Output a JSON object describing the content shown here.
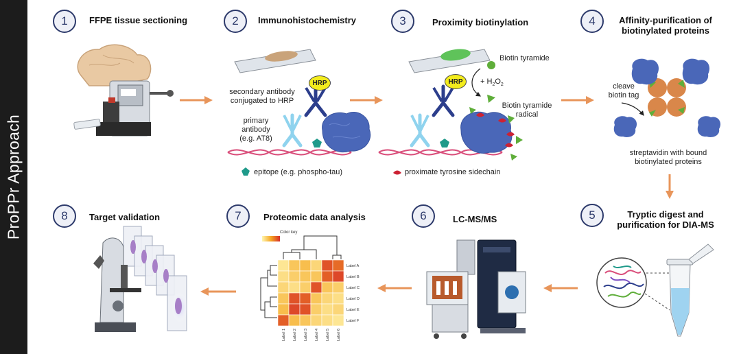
{
  "sidebar": {
    "title": "ProPPr Approach"
  },
  "steps": [
    {
      "number": "1",
      "title": "FFPE tissue sectioning"
    },
    {
      "number": "2",
      "title": "Immunohistochemistry"
    },
    {
      "number": "3",
      "title": "Proximity biotinylation"
    },
    {
      "number": "4",
      "title_line1": "Affinity-purification of",
      "title_line2": "biotinylated proteins"
    },
    {
      "number": "5",
      "title_line1": "Tryptic digest and",
      "title_line2": "purification for DIA-MS"
    },
    {
      "number": "6",
      "title": "LC-MS/MS"
    },
    {
      "number": "7",
      "title": "Proteomic data analysis"
    },
    {
      "number": "8",
      "title": "Target validation"
    }
  ],
  "ihc": {
    "hrp": "HRP",
    "secondary_line1": "secondary  antibody",
    "secondary_line2": "conjugated to HRP",
    "primary_line1": "primary",
    "primary_line2": "antibody",
    "primary_line3": "(e.g. AT8)",
    "epitope_legend": "epitope (e.g. phospho-tau)"
  },
  "biotinylation": {
    "hrp": "HRP",
    "biotin_tyramide": "Biotin tyramide",
    "reagent_plus": "+ H",
    "reagent_sub1": "2",
    "reagent_o": "O",
    "reagent_sub2": "2",
    "radical_line1": "Biotin tyramide",
    "radical_line2": "radical",
    "tyrosine_legend": "proximate tyrosine sidechain"
  },
  "affinity": {
    "cleave_line1": "cleave",
    "cleave_line2": "biotin tag",
    "streptavidin_line1": "streptavidin with bound",
    "streptavidin_line2": "biotinylated proteins"
  },
  "heatmap": {
    "color_key": "Color key",
    "row_labels": [
      "Label A",
      "Label B",
      "Label C",
      "Label D",
      "Label E",
      "Label F"
    ],
    "col_labels": [
      "Label 1",
      "Label 2",
      "Label 3",
      "Label 4",
      "Label 5",
      "Label 6"
    ],
    "matrix": [
      [
        0.1,
        0.3,
        0.35,
        0.2,
        0.85,
        0.75
      ],
      [
        0.15,
        0.25,
        0.3,
        0.3,
        0.8,
        0.9
      ],
      [
        0.2,
        0.15,
        0.25,
        0.85,
        0.3,
        0.25
      ],
      [
        0.3,
        0.85,
        0.8,
        0.3,
        0.2,
        0.15
      ],
      [
        0.35,
        0.9,
        0.85,
        0.25,
        0.15,
        0.2
      ],
      [
        0.8,
        0.35,
        0.3,
        0.2,
        0.15,
        0.1
      ]
    ]
  },
  "colors": {
    "sidebar_bg": "#1c1c1c",
    "step_circle_border": "#2d3a6b",
    "arrow": "#e8955a",
    "protein": "#4a67b8",
    "antibody_secondary": "#2c3e8c",
    "antibody_primary": "#8fd3ee",
    "epitope": "#1f9a8a",
    "tyrosine": "#cc2233",
    "biotin_tag": "#5fae3a",
    "streptavidin": "#d9874a",
    "hrp_fill": "#f3ec1d",
    "dna": "#d94d7a"
  }
}
